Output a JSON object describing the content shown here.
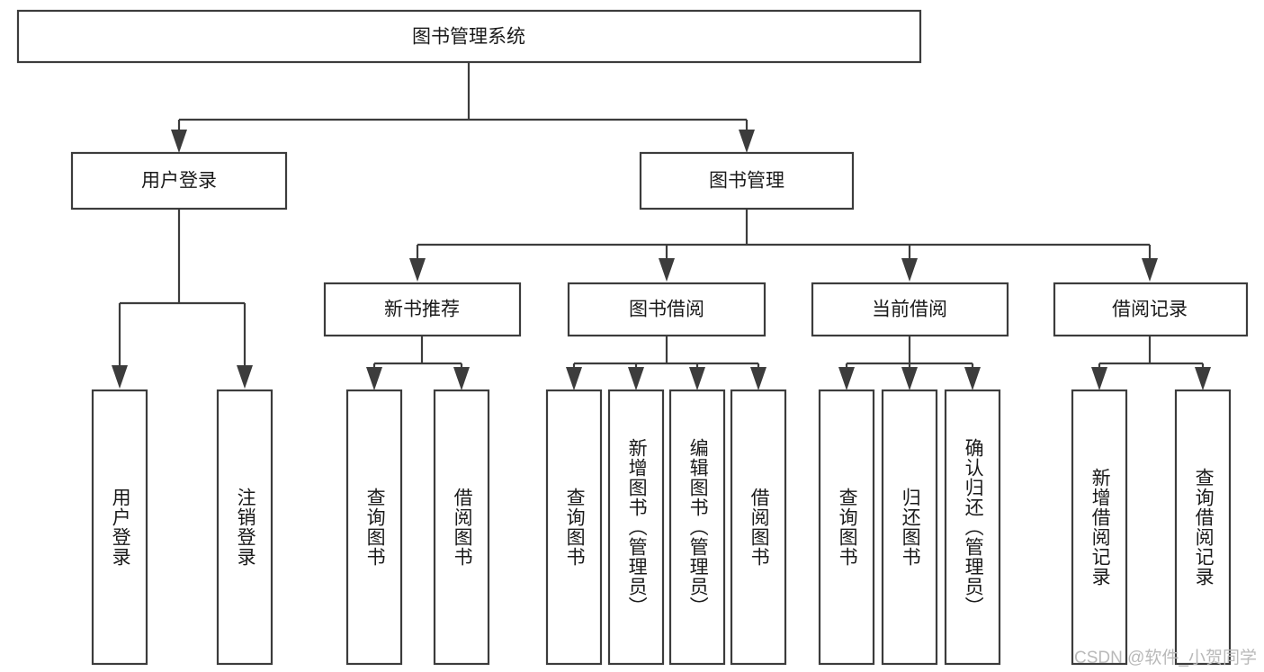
{
  "diagram": {
    "type": "tree",
    "title": "图书管理系统",
    "theme": {
      "box_stroke": "#3c3c3c",
      "box_fill": "#ffffff",
      "text_color": "#1a1a1a",
      "background": "#ffffff",
      "watermark_color": "#b9b9b9"
    },
    "root": {
      "id": "root",
      "label": "图书管理系统"
    },
    "level2": [
      {
        "id": "user-login",
        "label": "用户登录"
      },
      {
        "id": "book-manage",
        "label": "图书管理"
      }
    ],
    "level3": [
      {
        "id": "new-book-recommend",
        "label": "新书推荐",
        "parent": "book-manage"
      },
      {
        "id": "book-borrow",
        "label": "图书借阅",
        "parent": "book-manage"
      },
      {
        "id": "current-borrow",
        "label": "当前借阅",
        "parent": "book-manage"
      },
      {
        "id": "borrow-record",
        "label": "借阅记录",
        "parent": "book-manage"
      }
    ],
    "leaves": [
      {
        "id": "leaf-user-login",
        "label": "用户登录",
        "parent": "user-login"
      },
      {
        "id": "leaf-user-logout",
        "label": "注销登录",
        "parent": "user-login"
      },
      {
        "id": "leaf-query-book-1",
        "label": "查询图书",
        "parent": "new-book-recommend"
      },
      {
        "id": "leaf-borrow-book-1",
        "label": "借阅图书",
        "parent": "new-book-recommend"
      },
      {
        "id": "leaf-query-book-2",
        "label": "查询图书",
        "parent": "book-borrow"
      },
      {
        "id": "leaf-add-book",
        "label": "新增图书（管理员）",
        "parent": "book-borrow"
      },
      {
        "id": "leaf-edit-book",
        "label": "编辑图书（管理员）",
        "parent": "book-borrow"
      },
      {
        "id": "leaf-borrow-book-2",
        "label": "借阅图书",
        "parent": "book-borrow"
      },
      {
        "id": "leaf-query-book-3",
        "label": "查询图书",
        "parent": "current-borrow"
      },
      {
        "id": "leaf-return-book",
        "label": "归还图书",
        "parent": "current-borrow"
      },
      {
        "id": "leaf-confirm-return",
        "label": "确认归还（管理员）",
        "parent": "current-borrow"
      },
      {
        "id": "leaf-add-record",
        "label": "新增借阅记录",
        "parent": "borrow-record"
      },
      {
        "id": "leaf-query-record",
        "label": "查询借阅记录",
        "parent": "borrow-record"
      }
    ]
  },
  "watermark": {
    "text": "CSDN @软件_小贺同学"
  }
}
